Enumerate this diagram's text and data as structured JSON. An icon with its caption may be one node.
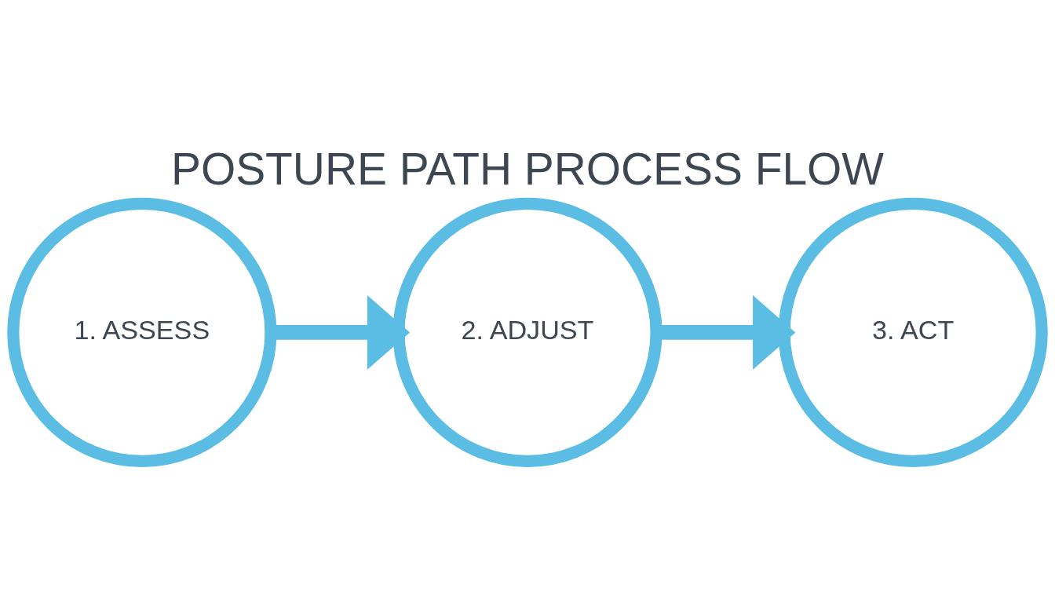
{
  "diagram": {
    "title": "POSTURE PATH PROCESS FLOW",
    "nodes": [
      {
        "text": [
          "1. ASSESS"
        ]
      },
      {
        "text": [
          "2. ADJUST"
        ]
      },
      {
        "text": [
          "3. ACT"
        ]
      }
    ],
    "edges": [
      {
        "from": 0,
        "to": 1,
        "arrow": "to"
      },
      {
        "from": 1,
        "to": 2,
        "arrow": "to"
      }
    ]
  }
}
